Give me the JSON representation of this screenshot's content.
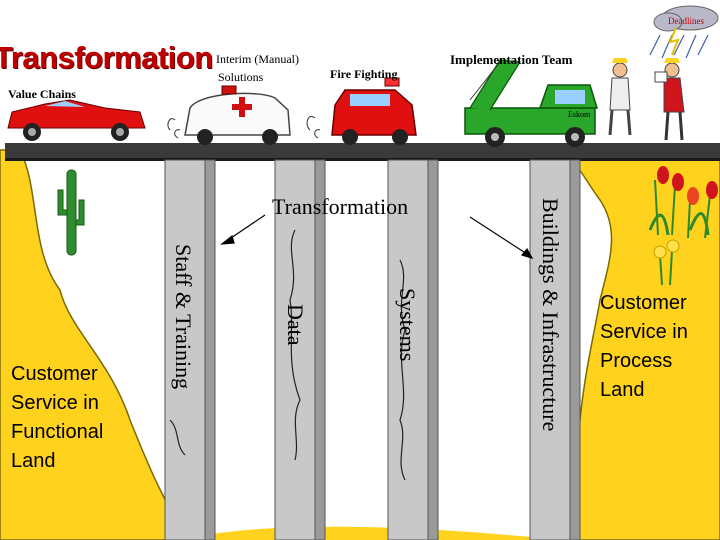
{
  "title": "Transformation",
  "header": {
    "interim": "Interim (Manual)",
    "solutions": "Solutions",
    "fire_fighting": "Fire Fighting",
    "implementation_team": "Implementation Team",
    "value_chains": "Value Chains",
    "deadlines": "Deadlines",
    "truck_label": "Eskom"
  },
  "bridge": {
    "transformation_label": "Transformation",
    "pillars": [
      {
        "label": "Staff & Training"
      },
      {
        "label": "Data"
      },
      {
        "label": "Systems"
      },
      {
        "label": "Buildings & Infrastructure"
      }
    ]
  },
  "left_land": {
    "label": "Customer\nService in\nFunctional\nLand"
  },
  "right_land": {
    "label": "Customer\nService in\nProcess\nLand"
  },
  "colors": {
    "title_red": "#c00000",
    "land_yellow": "#ffd21e",
    "bridge_dark": "#3a3a3a",
    "pillar_gray": "#c8c8c8",
    "truck_green": "#2aa62a",
    "car_red": "#e01010"
  }
}
